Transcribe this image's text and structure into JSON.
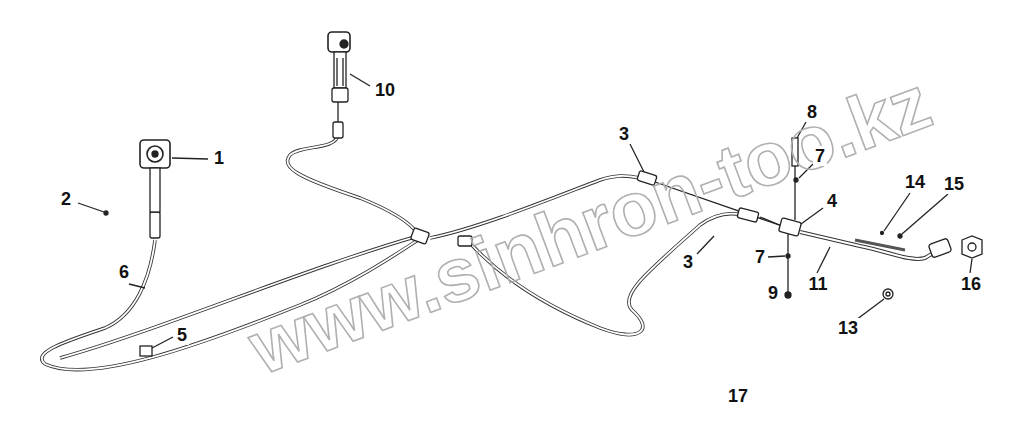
{
  "diagram": {
    "labels": [
      "10",
      "8",
      "1",
      "3",
      "7",
      "2",
      "4",
      "14",
      "15",
      "3",
      "7",
      "6",
      "5",
      "9",
      "11",
      "16",
      "13",
      "17",
      "www.sinhron-too.kz"
    ]
  }
}
